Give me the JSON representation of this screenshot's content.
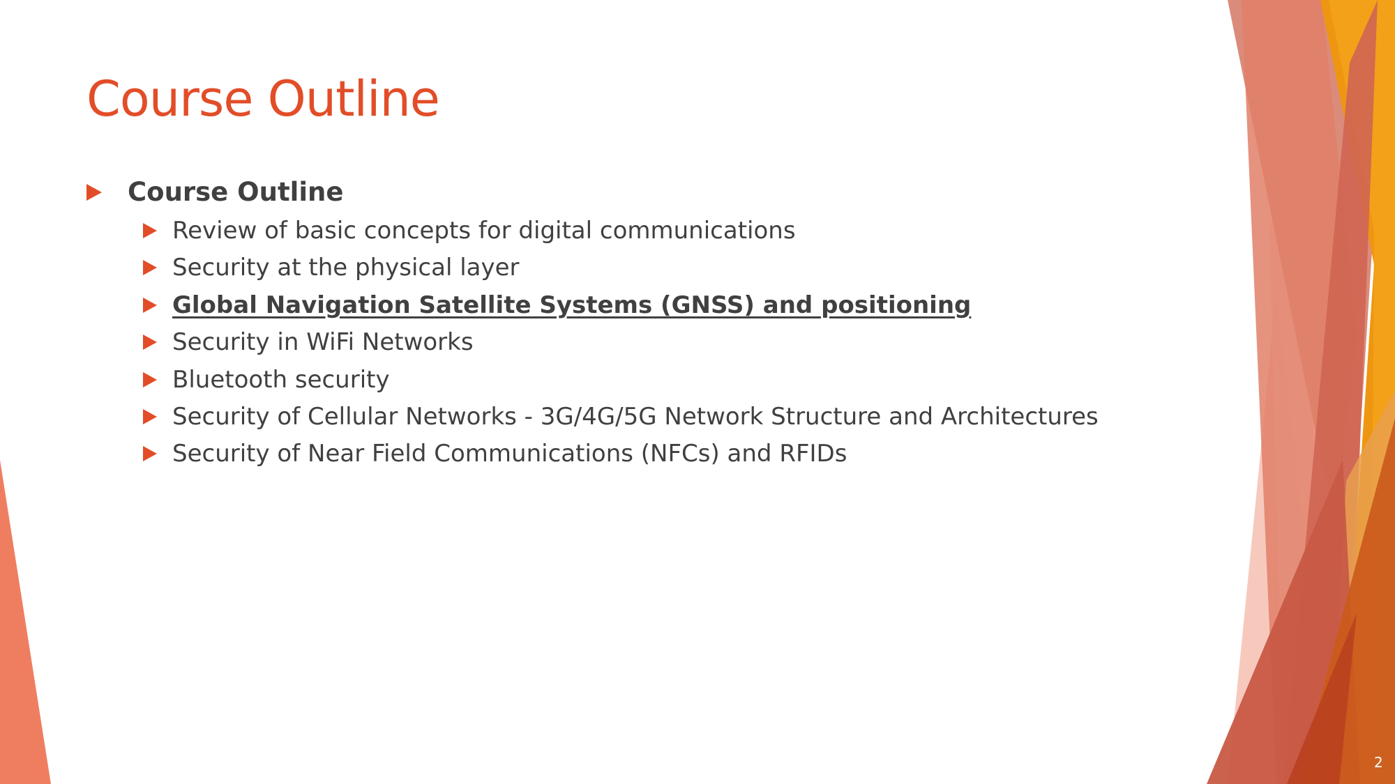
{
  "slide": {
    "title": "Course Outline",
    "page_number": "2",
    "accent_color": "#e24d28",
    "text_color": "#404040",
    "bullets": [
      {
        "label": "Course Outline",
        "icon": "triangle-bullet-icon",
        "children": [
          {
            "label": "Review of basic concepts for digital communications",
            "icon": "triangle-bullet-icon"
          },
          {
            "label": "Security at the physical layer",
            "icon": "triangle-bullet-icon"
          },
          {
            "label": "Global Navigation Satellite Systems (GNSS) and positioning",
            "icon": "triangle-bullet-icon",
            "emphasized": true
          },
          {
            "label": "Security in WiFi Networks",
            "icon": "triangle-bullet-icon"
          },
          {
            "label": "Bluetooth security",
            "icon": "triangle-bullet-icon"
          },
          {
            "label": "Security of Cellular Networks - 3G/4G/5G Network Structure and Architectures",
            "icon": "triangle-bullet-icon"
          },
          {
            "label": "Security of Near Field Communications (NFCs) and RFIDs",
            "icon": "triangle-bullet-icon"
          }
        ]
      }
    ]
  }
}
